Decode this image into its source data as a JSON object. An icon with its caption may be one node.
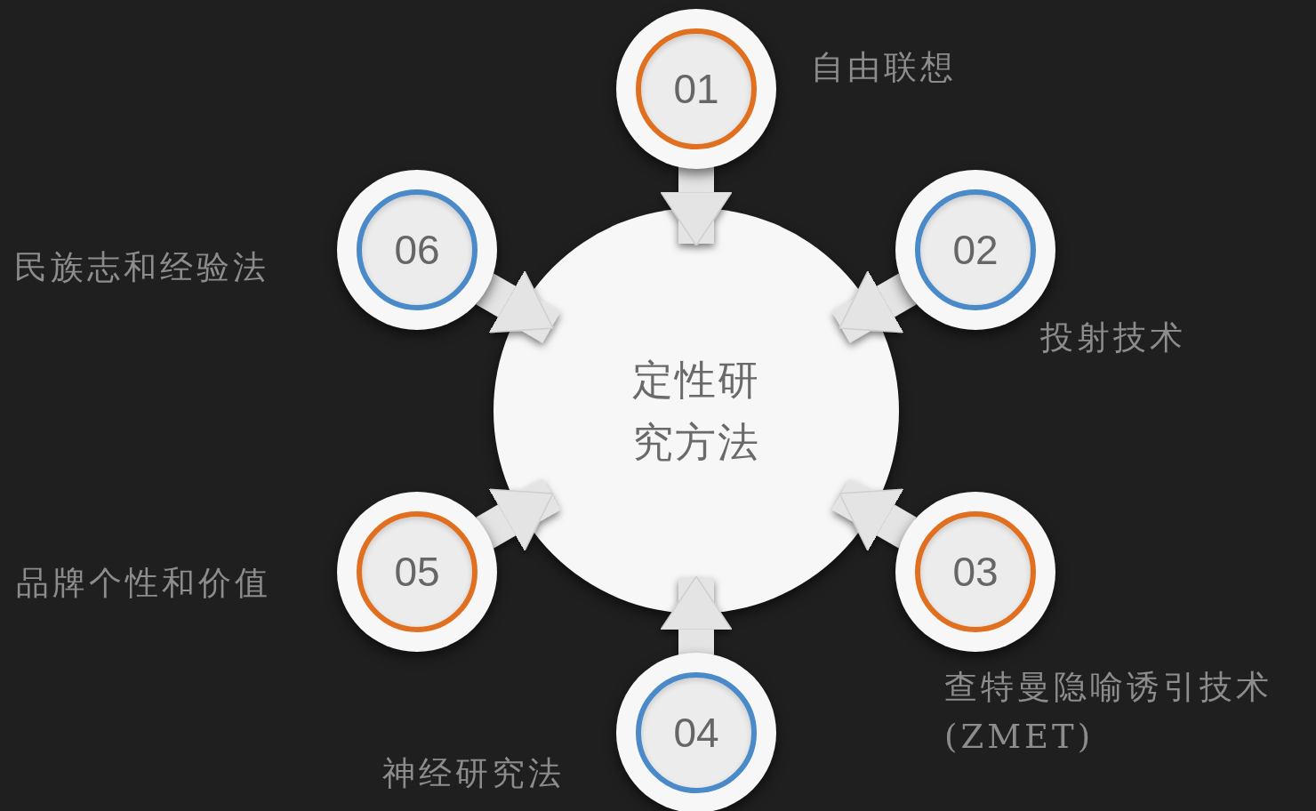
{
  "diagram": {
    "nodes": [
      {
        "text": [
          "定性研究方法"
        ]
      },
      {
        "text": [
          "01"
        ],
        "beside": [
          "自由联想"
        ]
      },
      {
        "text": [
          "02"
        ],
        "beside": [
          "投射技术"
        ]
      },
      {
        "text": [
          "03"
        ],
        "beside": [
          "查特曼隐喻诱引技术 (ZMET)"
        ]
      },
      {
        "text": [
          "04"
        ],
        "beside": [
          "神经研究法"
        ]
      },
      {
        "text": [
          "05"
        ],
        "beside": [
          "品牌个性和价值"
        ]
      },
      {
        "text": [
          "06"
        ],
        "beside": [
          "民族志和经验法"
        ]
      }
    ],
    "edges": [
      {
        "from": 1,
        "to": 0,
        "arrow": "to"
      },
      {
        "from": 2,
        "to": 0,
        "arrow": "to"
      },
      {
        "from": 3,
        "to": 0,
        "arrow": "to"
      },
      {
        "from": 4,
        "to": 0,
        "arrow": "to"
      },
      {
        "from": 5,
        "to": 0,
        "arrow": "to"
      },
      {
        "from": 6,
        "to": 0,
        "arrow": "to"
      }
    ]
  }
}
